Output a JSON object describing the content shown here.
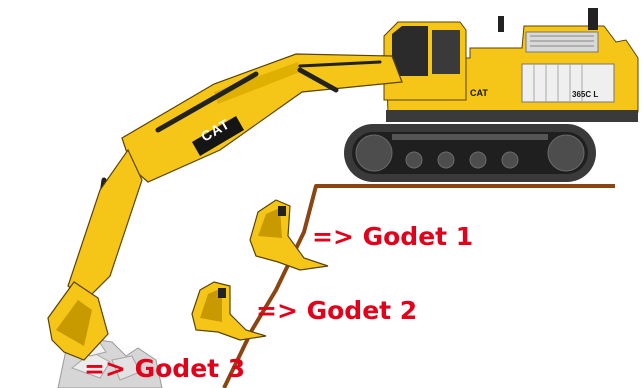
{
  "labels": {
    "godet_1": "=> Godet 1",
    "godet_2": "=> Godet 2",
    "godet_3": "=> Godet 3"
  },
  "branding": {
    "boom_logo": "CAT",
    "cab_logo": "CAT",
    "model_badge": "365C L"
  },
  "colors": {
    "label_text": "#e3001b",
    "excavator_yellow": "#f5c518",
    "excavator_shadow": "#c99a00",
    "track_dark": "#3a3a3a",
    "ground_line": "#8b4513",
    "rock_gray": "#cfcfcf"
  }
}
